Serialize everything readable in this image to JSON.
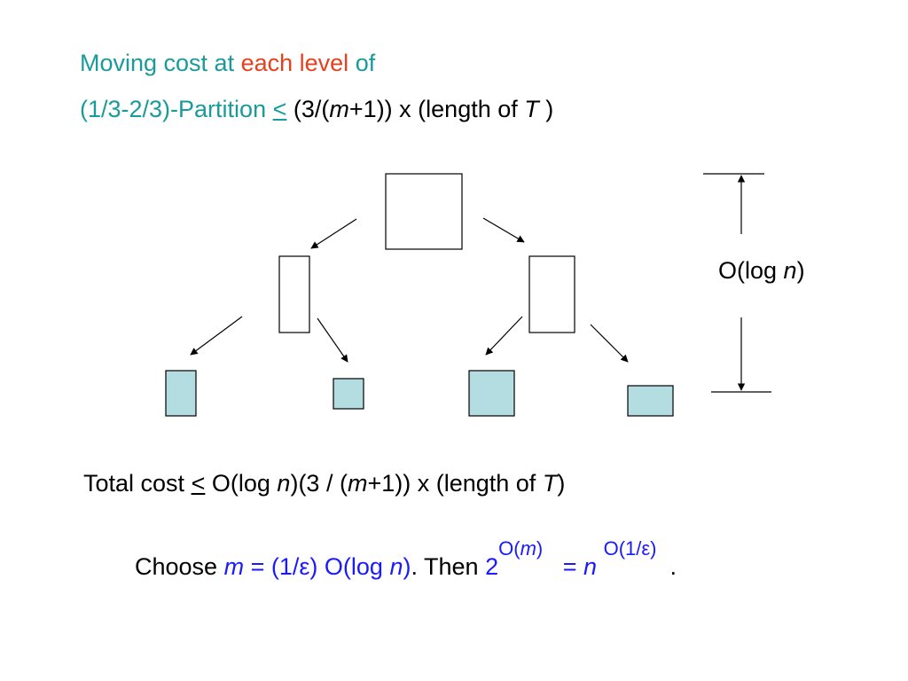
{
  "title": {
    "line1": {
      "a": "Moving cost at",
      "b": "each level",
      "c": "of"
    },
    "line2": {
      "a": "(1/3-2/3)-Partition",
      "le": "<",
      "b": "(3/(",
      "m": "m",
      "c": "+1)) x (length of",
      "T": "T",
      "d": ")"
    }
  },
  "height_label": {
    "a": "O(log",
    "n": "n",
    "b": ")"
  },
  "total": {
    "a": "Total cost",
    "le": "<",
    "b": "O(log",
    "n": "n",
    "c": ")(3 / (",
    "m": "m",
    "d": "+1)) x (length of",
    "T": "T",
    "e": ")"
  },
  "choose": {
    "a": "Choose",
    "m": "m",
    "b": "= (1/ε) O(log",
    "n": "n",
    "c": ")",
    "d": ". Then",
    "two": "2",
    "exp1a": "O(",
    "exp1m": "m",
    "exp1b": ")",
    "eq": "=",
    "n2": "n",
    "exp2": "O(1/ε)",
    "dot": "."
  },
  "colors": {
    "teal": "#1a9a9a",
    "red": "#e8401c",
    "blue": "#1a1aff",
    "leaf_fill": "#b3dde0"
  }
}
